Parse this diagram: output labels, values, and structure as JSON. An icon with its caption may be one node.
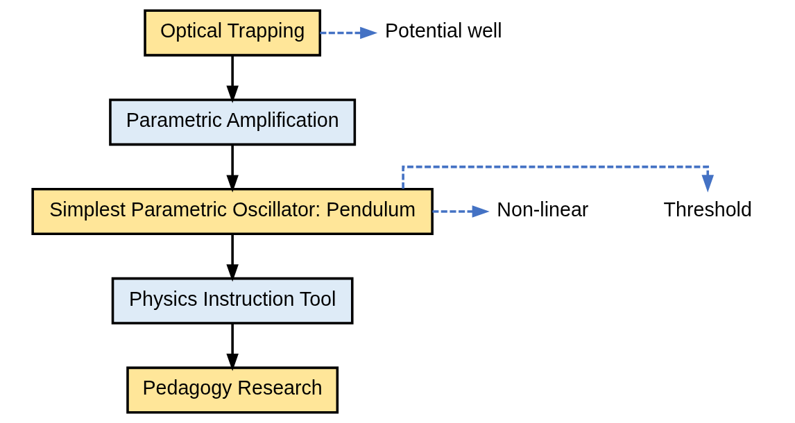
{
  "diagram": {
    "nodes": [
      {
        "text": [
          "Optical Trapping"
        ]
      },
      {
        "text": [
          "Potential well"
        ]
      },
      {
        "text": [
          "Parametric Amplification"
        ]
      },
      {
        "text": [
          "Simplest Parametric Oscillator: Pendulum"
        ]
      },
      {
        "text": [
          "Threshold"
        ]
      },
      {
        "text": [
          "Non-linear"
        ]
      },
      {
        "text": [
          "Physics Instruction Tool"
        ]
      },
      {
        "text": [
          "Pedagogy Research"
        ]
      }
    ],
    "edges": [
      {
        "from": 0,
        "to": 2,
        "arrow": "to"
      },
      {
        "from": 0,
        "to": 1,
        "arrow": "to",
        "style": "dashed",
        "color": "#4472c4"
      },
      {
        "from": 2,
        "to": 3,
        "arrow": "to"
      },
      {
        "from": 3,
        "to": 4,
        "arrow": "to",
        "style": "dashed",
        "color": "#4472c4"
      },
      {
        "from": 3,
        "to": 5,
        "arrow": "to",
        "style": "dashed",
        "color": "#4472c4"
      },
      {
        "from": 3,
        "to": 6,
        "arrow": "to"
      },
      {
        "from": 6,
        "to": 7,
        "arrow": "to"
      }
    ]
  }
}
